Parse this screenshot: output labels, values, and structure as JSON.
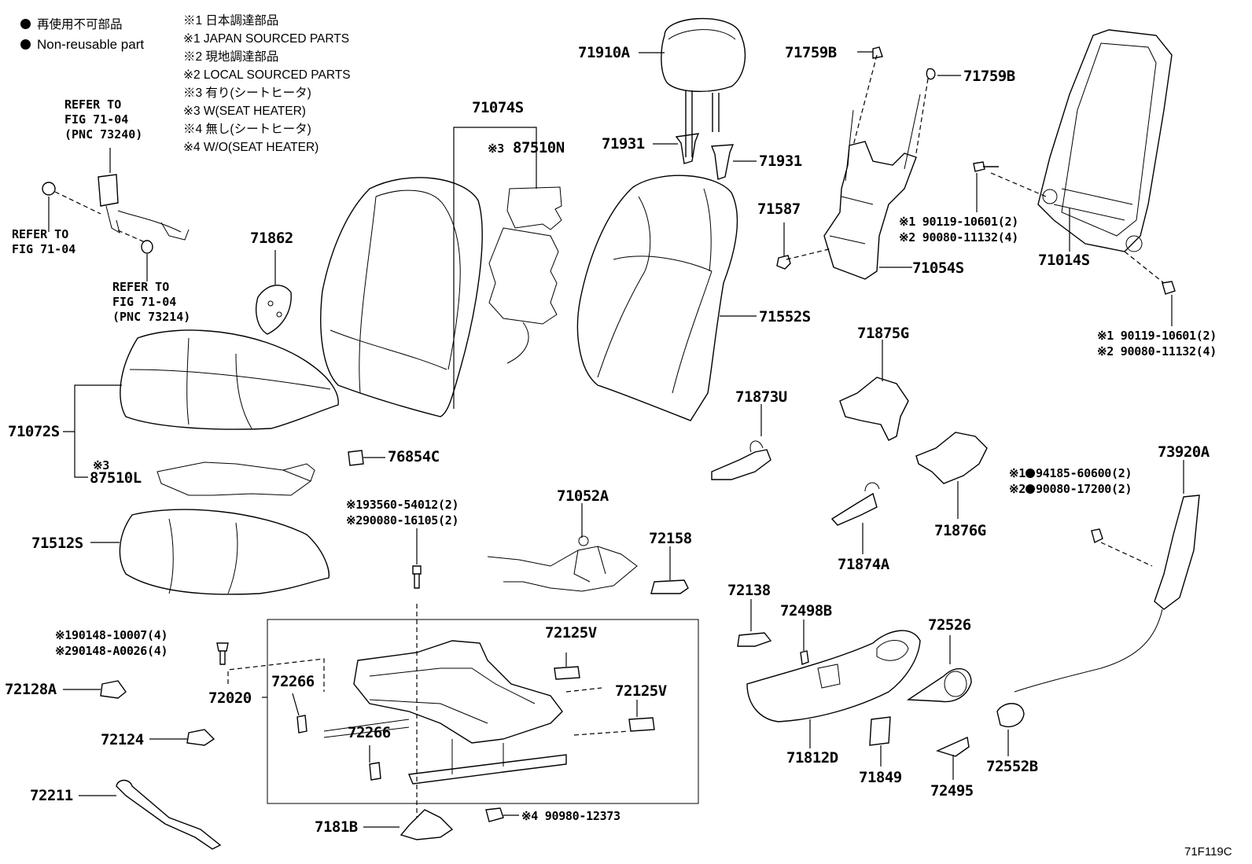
{
  "legend": {
    "nonreuse_jp": "再使用不可部品",
    "nonreuse_en": "Non-reusable part",
    "notes": [
      "※1 日本調達部品",
      "※1 JAPAN SOURCED PARTS",
      "※2 現地調達部品",
      "※2 LOCAL SOURCED PARTS",
      "※3 有り(シートヒータ)",
      "※3 W(SEAT HEATER)",
      "※4 無し(シートヒータ)",
      "※4 W/O(SEAT HEATER)"
    ]
  },
  "refs": {
    "r1": "REFER TO\nFIG 71-04\n(PNC 73240)",
    "r2": "REFER TO\nFIG 71-04",
    "r3": "REFER TO\nFIG 71-04\n(PNC 73214)"
  },
  "labels": {
    "71910A": "71910A",
    "71931a": "71931",
    "71931b": "71931",
    "71759Ba": "71759B",
    "71759Bb": "71759B",
    "71074S": "71074S",
    "87510N_mark": "※3",
    "87510N": "87510N",
    "71862": "71862",
    "71587": "71587",
    "71054S": "71054S",
    "71014S": "71014S",
    "71552S": "71552S",
    "71072S": "71072S",
    "87510L_mark": "※3",
    "87510L": "87510L",
    "76854C": "76854C",
    "71875G": "71875G",
    "71873U": "71873U",
    "73920A": "73920A",
    "71512S": "71512S",
    "71052A": "71052A",
    "72158": "72158",
    "71876G": "71876G",
    "71874A": "71874A",
    "72138": "72138",
    "72498B": "72498B",
    "72526": "72526",
    "72125Va": "72125V",
    "72125Vb": "72125V",
    "72266a": "72266",
    "72266b": "72266",
    "72020": "72020",
    "72128A": "72128A",
    "72124": "72124",
    "71812D": "71812D",
    "71849": "71849",
    "72495": "72495",
    "72552B": "72552B",
    "72211": "72211",
    "7181B": "7181B"
  },
  "part_numbers": {
    "p1a": "※1 90119-10601(2)",
    "p1b": "※2 90080-11132(4)",
    "p2a": "※1 90119-10601(2)",
    "p2b": "※2 90080-11132(4)",
    "p3a_pre": "※1",
    "p3a": "94185-60600(2)",
    "p3b_pre": "※2",
    "p3b": "90080-17200(2)",
    "p4a": "※193560-54012(2)",
    "p4b": "※290080-16105(2)",
    "p5a": "※190148-10007(4)",
    "p5b": "※290148-A0026(4)",
    "p6": "※4  90980-12373"
  },
  "figure_id": "71F119C"
}
